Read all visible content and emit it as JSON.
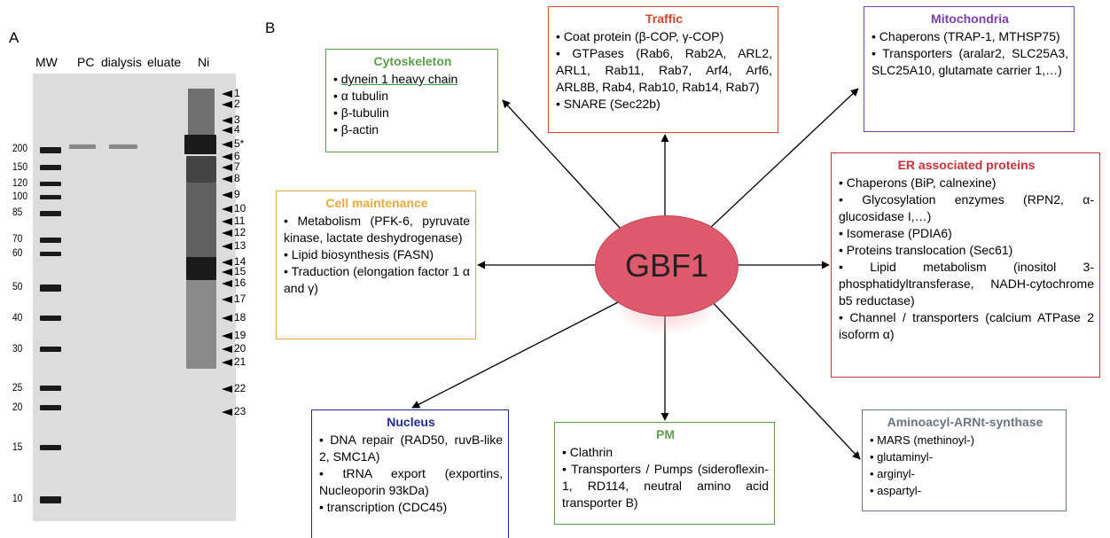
{
  "panel_a": {
    "letter": "A",
    "lanes": [
      "MW",
      "PC",
      "dialysis",
      "eluate",
      "Ni"
    ],
    "mw_markers": [
      "200",
      "150",
      "120",
      "100",
      "85",
      "70",
      "60",
      "50",
      "40",
      "30",
      "25",
      "20",
      "15",
      "10"
    ],
    "band_numbers": [
      "1",
      "2",
      "3",
      "4",
      "5*",
      "6",
      "7",
      "8",
      "9",
      "10",
      "11",
      "12",
      "13",
      "14",
      "15",
      "16",
      "17",
      "18",
      "19",
      "20",
      "21",
      "22",
      "23"
    ]
  },
  "panel_b": {
    "letter": "B",
    "center": "GBF1",
    "boxes": {
      "traffic": {
        "title": "Traffic",
        "items": [
          "Coat protein (β-COP, γ-COP)",
          "GTPases (Rab6, Rab2A, ARL2, ARL1, Rab11, Rab7, Arf4, Arf6, ARL8B, Rab4, Rab10, Rab14, Rab7)",
          "SNARE (Sec22b)"
        ]
      },
      "mitochondria": {
        "title": "Mitochondria",
        "items": [
          "Chaperons (TRAP-1, MTHSP75)",
          "Transporters (aralar2, SLC25A3, SLC25A10, glutamate carrier 1,…)"
        ]
      },
      "cytoskeleton": {
        "title": "Cytoskeleton",
        "items": [
          "dynein 1 heavy chain",
          "α tubulin",
          "β-tubulin",
          "β-actin"
        ]
      },
      "cell_maintenance": {
        "title": "Cell maintenance",
        "items": [
          "Metabolism (PFK-6, pyruvate kinase, lactate deshydrogenase)",
          "Lipid biosynthesis (FASN)",
          "Traduction (elongation factor 1 α and γ)"
        ]
      },
      "er": {
        "title": "ER associated proteins",
        "items": [
          "Chaperons (BiP, calnexine)",
          "Glycosylation enzymes (RPN2, α-glucosidase I,…)",
          "Isomerase (PDIA6)",
          "Proteins translocation (Sec61)",
          "Lipid metabolism (inositol 3-phosphatidyltransferase, NADH-cytochrome b5 reductase)",
          "Channel / transporters (calcium ATPase 2 isoform α)"
        ]
      },
      "nucleus": {
        "title": "Nucleus",
        "items": [
          "DNA repair (RAD50, ruvB-like 2, SMC1A)",
          "tRNA export (exportins, Nucleoporin 93kDa)",
          "transcription (CDC45)"
        ]
      },
      "pm": {
        "title": "PM",
        "items": [
          "Clathrin",
          "Transporters / Pumps (sideroflexin-1, RD114, neutral amino acid transporter B)"
        ]
      },
      "aminoacyl": {
        "title": "Aminoacyl-ARNt-synthase",
        "items": [
          "MARS (methinoyl-)",
          "glutaminyl-",
          "arginyl-",
          "aspartyl-"
        ]
      }
    },
    "colors": {
      "traffic": "#d9452b",
      "mitochondria": "#7a3fa8",
      "cytoskeleton": "#5aa04a",
      "cell_maintenance": "#e8a93a",
      "er": "#c8303a",
      "nucleus": "#1f2aa0",
      "pm": "#5aa04a",
      "aminoacyl": "#6a7585",
      "center": "#e05a6e"
    }
  }
}
